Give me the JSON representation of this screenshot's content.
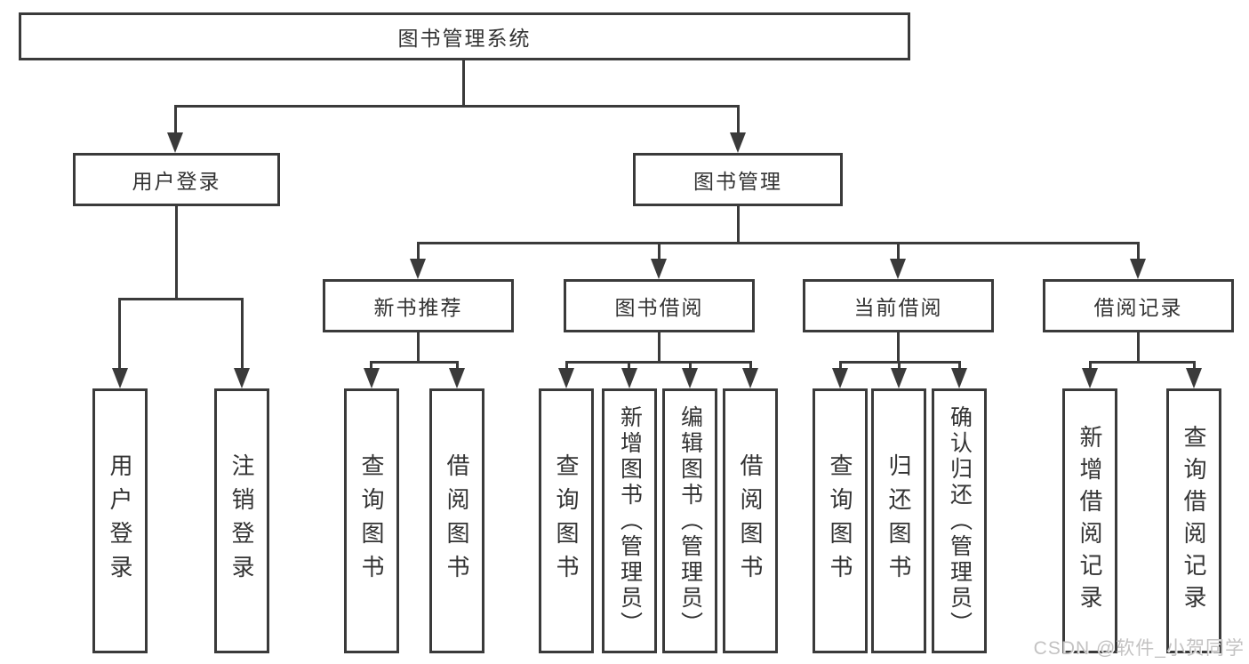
{
  "diagram": {
    "type": "hierarchy-tree",
    "tree": {
      "root": {
        "label": "图书管理系统",
        "children": [
          {
            "label": "用户登录",
            "children": [
              {
                "label": "用户登录"
              },
              {
                "label": "注销登录"
              }
            ]
          },
          {
            "label": "图书管理",
            "children": [
              {
                "label": "新书推荐",
                "children": [
                  {
                    "label": "查询图书"
                  },
                  {
                    "label": "借阅图书"
                  }
                ]
              },
              {
                "label": "图书借阅",
                "children": [
                  {
                    "label": "查询图书"
                  },
                  {
                    "label": "新增图书（管理员）"
                  },
                  {
                    "label": "编辑图书（管理员）"
                  },
                  {
                    "label": "借阅图书"
                  }
                ]
              },
              {
                "label": "当前借阅",
                "children": [
                  {
                    "label": "查询图书"
                  },
                  {
                    "label": "归还图书"
                  },
                  {
                    "label": "确认归还（管理员）"
                  }
                ]
              },
              {
                "label": "借阅记录",
                "children": [
                  {
                    "label": "新增借阅记录"
                  },
                  {
                    "label": "查询借阅记录"
                  }
                ]
              }
            ]
          }
        ]
      }
    }
  },
  "watermark": {
    "text": "CSDN @软件_小贺同学"
  },
  "colors": {
    "line": "#3a3a3a",
    "text": "#333333",
    "background": "#ffffff",
    "watermark": "#c3c2c2"
  }
}
